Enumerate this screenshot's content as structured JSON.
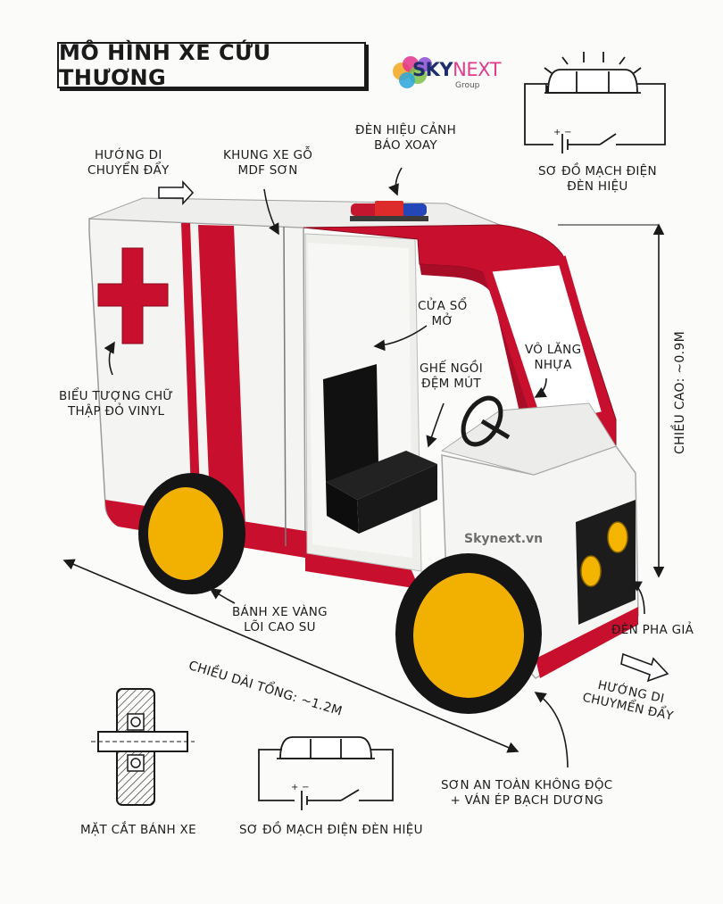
{
  "title": "MÔ HÌNH XE CỨU THƯƠNG",
  "logo": {
    "sky": "SKY",
    "next": "NEXT",
    "group": "Group"
  },
  "watermark": "Skynext.vn",
  "labels": {
    "direction_top": [
      "HƯỚNG DI",
      "CHUYỂN ĐẨY"
    ],
    "frame": [
      "KHUNG XE GỖ",
      "MDF SƠN"
    ],
    "beacon": [
      "ĐÈN HIỆU CẢNH",
      "BÁO XOAY"
    ],
    "circuit_top": [
      "SƠ ĐỒ MẠCH ĐIỆN",
      "ĐÈN HIỆU"
    ],
    "window": [
      "CỬA SỔ",
      "MỞ"
    ],
    "seat": [
      "GHẾ NGỒI",
      "ĐỆM MÚT"
    ],
    "steering": [
      "VÔ LĂNG",
      "NHỰA"
    ],
    "cross": [
      "BIỂU TƯỢNG CHỮ",
      "THẬP ĐỎ VINYL"
    ],
    "height": "CHIỀU CAO: ~0.9M",
    "wheel": [
      "BÁNH XE VÀNG",
      "LÕI CAO SU"
    ],
    "length": "CHIỀU DÀI TỔNG: ~1.2M",
    "headlight": "ĐÈN PHA GIẢ",
    "direction_bottom": [
      "HƯỚNG DI",
      "CHUYMỂN ĐẨY"
    ],
    "paint": [
      "SƠN AN TOÀN KHÔNG ĐỘC",
      "+  VÁN ÉP BẠCH DƯƠNG"
    ],
    "wheel_section": "MẶT CẮT BÁNH XE",
    "circuit_bottom": "SƠ ĐỒ MẠCH ĐIỆN ĐÈN HIỆU",
    "battery_symbol": "+ −"
  }
}
